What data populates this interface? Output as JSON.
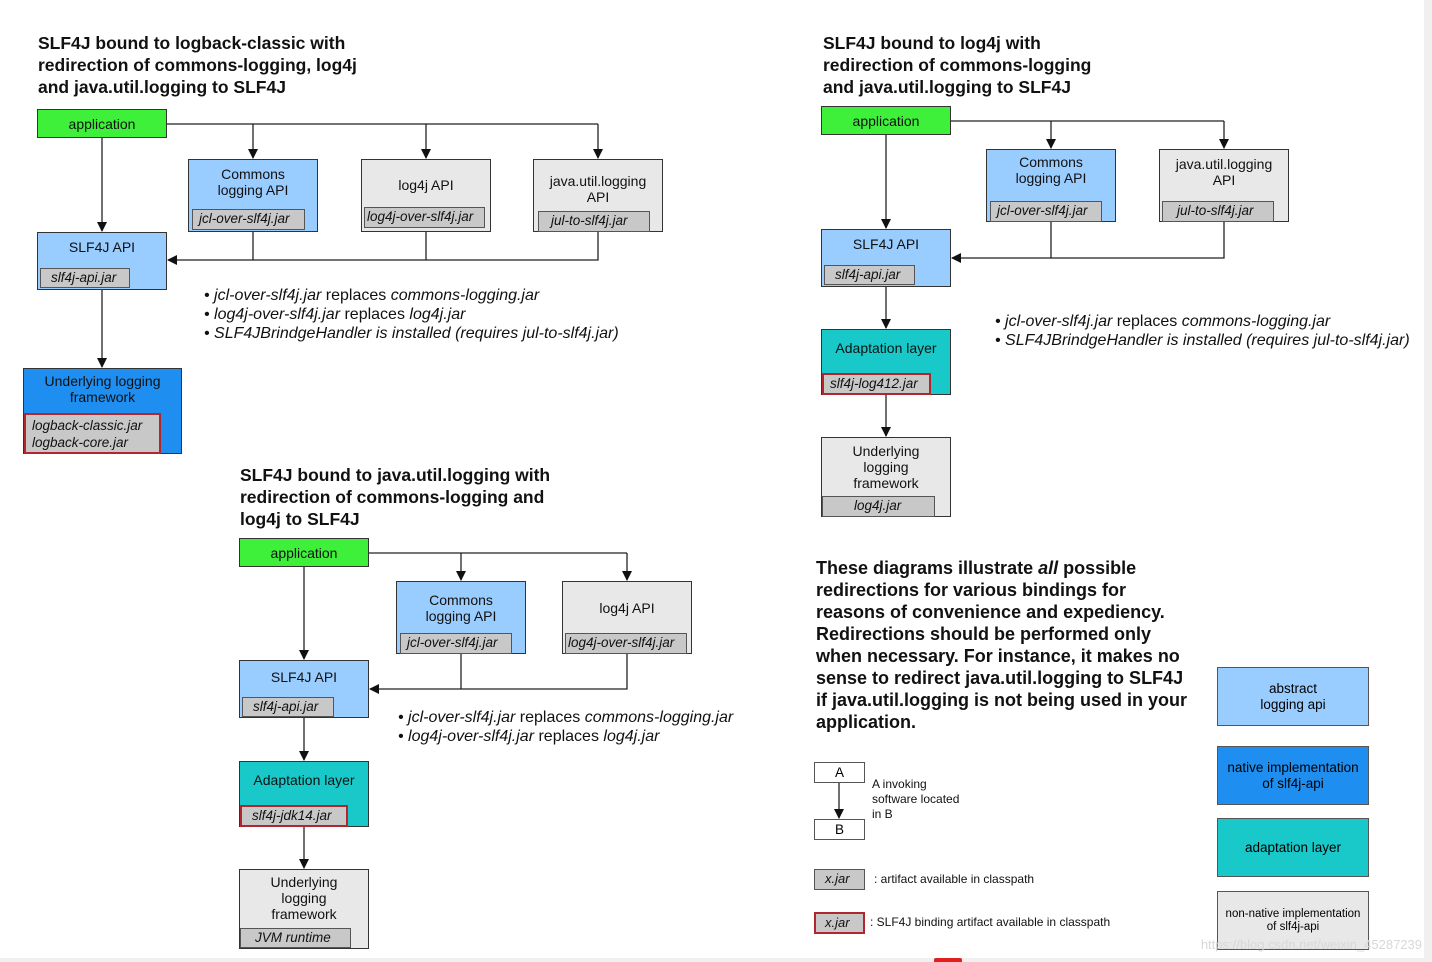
{
  "colors": {
    "application": "#3ef03a",
    "api": "#99ccff",
    "nonnative": "#e8e8e8",
    "adaptation": "#19c9c9",
    "native": "#1e8ff0",
    "jar": "#c8c8c8",
    "binding_border": "#b0282d"
  },
  "d1": {
    "title": "SLF4J bound to logback-classic with\nredirection of commons-logging, log4j\nand java.util.logging to SLF4J",
    "application": "application",
    "commons": "Commons\nlogging API",
    "commons_jar": "jcl-over-slf4j.jar",
    "log4j": "log4j API",
    "log4j_jar": "log4j-over-slf4j.jar",
    "jul": "java.util.logging\nAPI",
    "jul_jar": "jul-to-slf4j.jar",
    "slf4j": "SLF4J API",
    "slf4j_jar": "slf4j-api.jar",
    "under": "Underlying logging\nframework",
    "under_jar": "logback-classic.jar\nlogback-core.jar",
    "notes": [
      {
        "a": "jcl-over-slf4j.jar",
        "b": " replaces ",
        "c": "commons-logging.jar"
      },
      {
        "a": "log4j-over-slf4j.jar",
        "b": " replaces ",
        "c": "log4j.jar"
      },
      {
        "a": "SLF4JBrindgeHandler is installed (requires jul-to-slf4j.jar)",
        "b": "",
        "c": ""
      }
    ]
  },
  "d2": {
    "title": "SLF4J bound to log4j with\nredirection of commons-logging\nand java.util.logging to SLF4J",
    "application": "application",
    "commons": "Commons\nlogging API",
    "commons_jar": "jcl-over-slf4j.jar",
    "jul": "java.util.logging\nAPI",
    "jul_jar": "jul-to-slf4j.jar",
    "slf4j": "SLF4J API",
    "slf4j_jar": "slf4j-api.jar",
    "adapt": "Adaptation layer",
    "adapt_jar": "slf4j-log412.jar",
    "under": "Underlying\nlogging\nframework",
    "under_jar": "log4j.jar",
    "notes": [
      {
        "a": "jcl-over-slf4j.jar",
        "b": " replaces ",
        "c": "commons-logging.jar"
      },
      {
        "a": "SLF4JBrindgeHandler is installed (requires jul-to-slf4j.jar)",
        "b": "",
        "c": ""
      }
    ]
  },
  "d3": {
    "title": "SLF4J bound to java.util.logging with\nredirection of commons-logging and\nlog4j to SLF4J",
    "application": "application",
    "commons": "Commons\nlogging API",
    "commons_jar": "jcl-over-slf4j.jar",
    "log4j": "log4j API",
    "log4j_jar": "log4j-over-slf4j.jar",
    "slf4j": "SLF4J API",
    "slf4j_jar": "slf4j-api.jar",
    "adapt": "Adaptation layer",
    "adapt_jar": "slf4j-jdk14.jar",
    "under": "Underlying\nlogging\nframework",
    "under_jar": "JVM runtime",
    "notes": [
      {
        "a": "jcl-over-slf4j.jar",
        "b": " replaces ",
        "c": "commons-logging.jar"
      },
      {
        "a": "log4j-over-slf4j.jar",
        "b": " replaces ",
        "c": "log4j.jar"
      }
    ]
  },
  "summary": {
    "pre": "These diagrams illustrate ",
    "em": "all",
    "post": " possible redirections for various bindings for reasons of convenience and expediency. Redirections should be performed only when necessary. For instance, it makes no sense to redirect java.util.logging to SLF4J if java.util.logging is not being used in your application."
  },
  "legend": {
    "a": "A",
    "b": "B",
    "invoking": "A invoking\nsoftware located\nin B",
    "xjar": "x.jar",
    "artifact": ": artifact available in classpath",
    "binding": ": SLF4J binding artifact available in classpath",
    "abstract": "abstract\nlogging api",
    "native": "native implementation\nof slf4j-api",
    "adaptation": "adaptation layer",
    "nonnative": "non-native implementation\nof slf4j-api"
  },
  "watermark": "https://blog.csdn.net/weixin_45287239"
}
